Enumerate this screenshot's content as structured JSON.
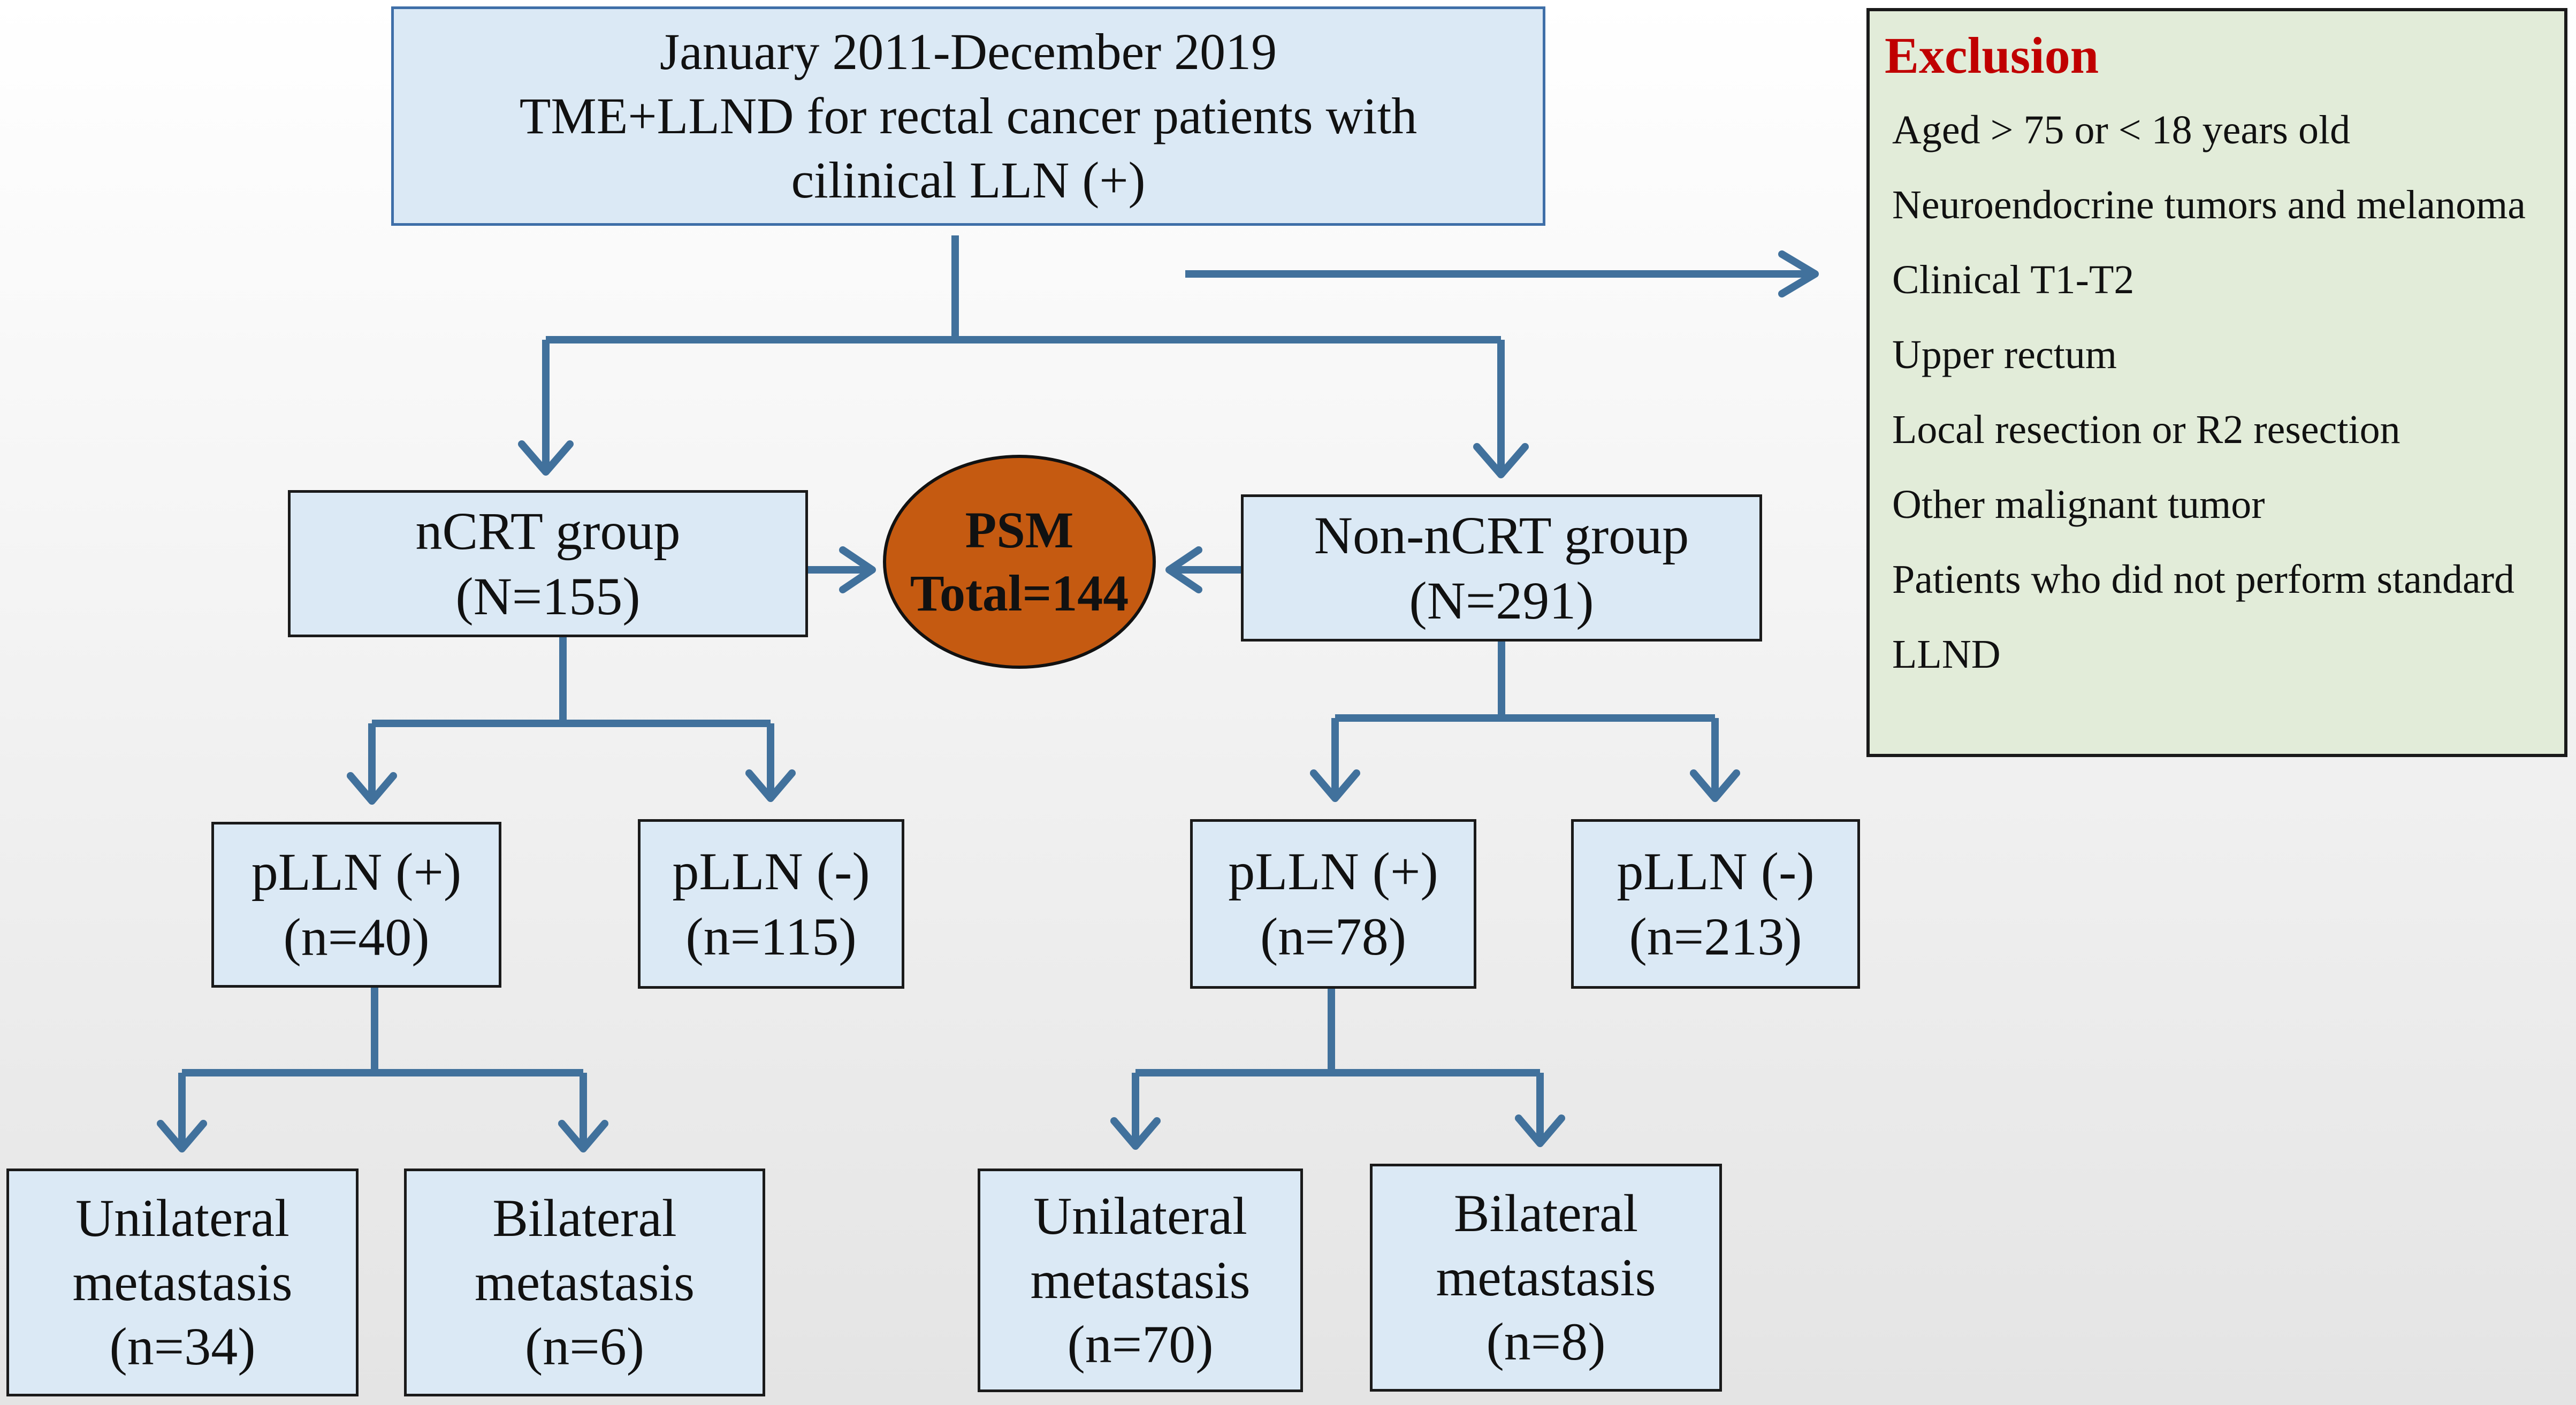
{
  "colors": {
    "connector": "#41719c",
    "box_fill": "#dbe9f5",
    "ellipse_fill": "#c55a11",
    "exclusion_fill": "#e2ecd9",
    "exclusion_title": "#c00000"
  },
  "top_box": {
    "line1": "January 2011-December 2019",
    "line2": "TME+LLND for rectal cancer patients with",
    "line3": "cilinical LLN (+)"
  },
  "exclusion": {
    "title": "Exclusion",
    "items": [
      "Aged > 75 or < 18 years old",
      "Neuroendocrine tumors and melanoma",
      "Clinical T1-T2",
      "Upper rectum",
      "Local resection or R2 resection",
      "Other malignant tumor",
      "Patients who did not perform standard",
      "LLND"
    ]
  },
  "psm": {
    "line1": "PSM",
    "line2": "Total=144"
  },
  "ncrt": {
    "title": "nCRT group",
    "count": "(N=155)",
    "pos": {
      "label": "pLLN (+)",
      "count": "(n=40)"
    },
    "neg": {
      "label": "pLLN (-)",
      "count": "(n=115)"
    },
    "uni": {
      "line1": "Unilateral",
      "line2": "metastasis",
      "count": "(n=34)"
    },
    "bi": {
      "line1": "Bilateral",
      "line2": "metastasis",
      "count": "(n=6)"
    }
  },
  "non_ncrt": {
    "title": "Non-nCRT group",
    "count": "(N=291)",
    "pos": {
      "label": "pLLN (+)",
      "count": "(n=78)"
    },
    "neg": {
      "label": "pLLN (-)",
      "count": "(n=213)"
    },
    "uni": {
      "line1": "Unilateral",
      "line2": "metastasis",
      "count": "(n=70)"
    },
    "bi": {
      "line1": "Bilateral",
      "line2": "metastasis",
      "count": "(n=8)"
    }
  }
}
